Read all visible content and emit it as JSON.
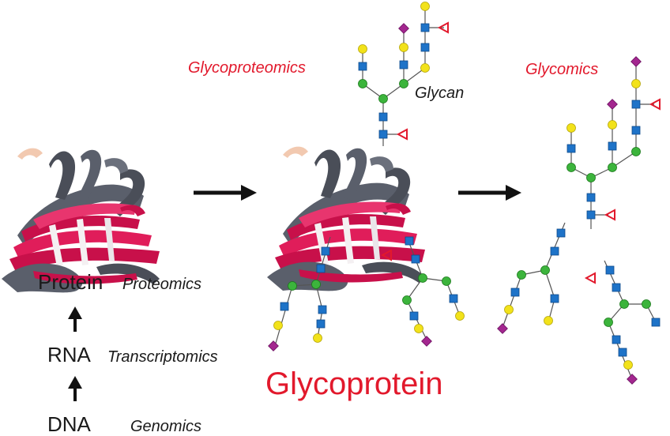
{
  "labels": {
    "glycoproteomics": "Glycoproteomics",
    "glycan": "Glycan",
    "glycomics": "Glycomics",
    "protein": "Protein",
    "proteomics": "Proteomics",
    "rna": "RNA",
    "transcriptomics": "Transcriptomics",
    "dna": "DNA",
    "genomics": "Genomics",
    "glycoprotein": "Glycoprotein"
  },
  "legend_symbols": {
    "green_circle": "#3cb43c",
    "blue_square": "#1e73c8",
    "yellow_circle": "#f2e21a",
    "purple_diamond": "#a3278f",
    "red_triangle": "#e2192c"
  },
  "colors": {
    "accent_red": "#e2192c",
    "protein_magenta": "#c8104a",
    "protein_grey": "#4a4e58",
    "text_dark": "#1a1a1a"
  }
}
